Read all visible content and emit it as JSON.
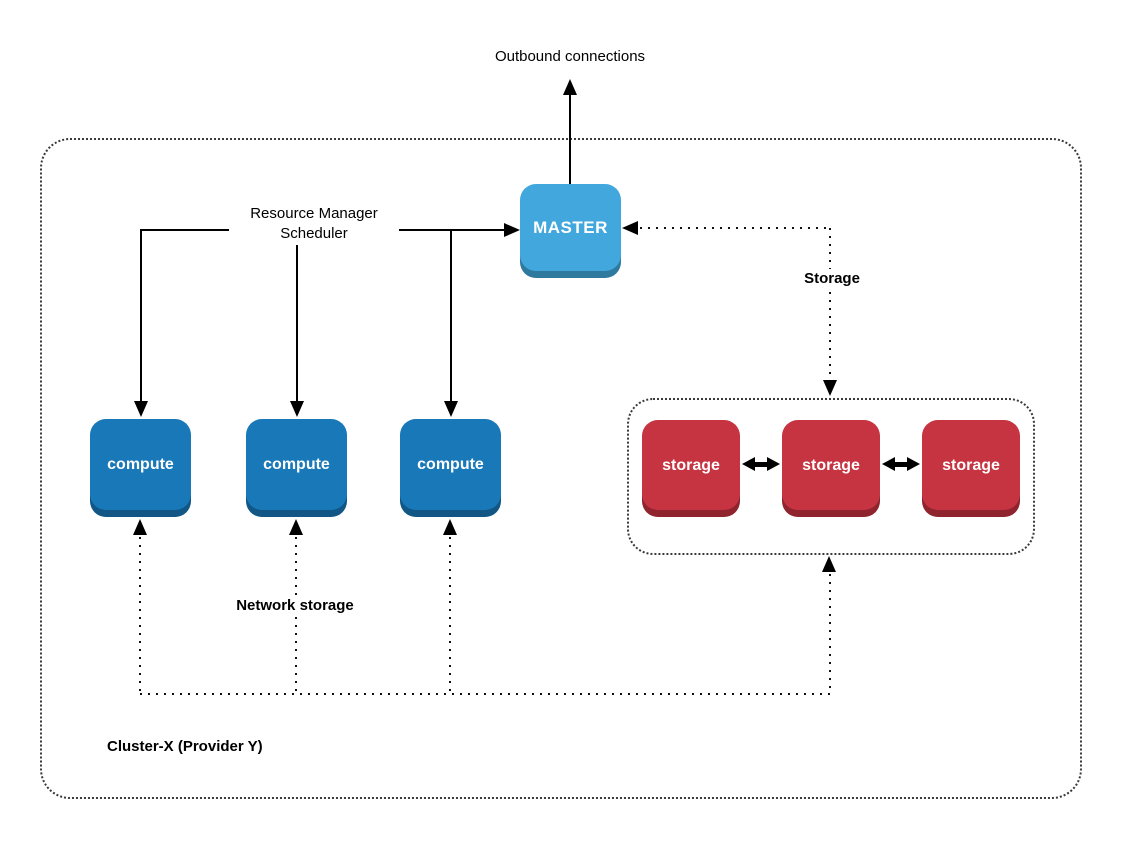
{
  "labels": {
    "outbound": "Outbound connections",
    "resource_manager_line1": "Resource Manager",
    "resource_manager_line2": "Scheduler",
    "storage_link": "Storage",
    "network_storage": "Network storage",
    "cluster": "Cluster-X (Provider Y)"
  },
  "nodes": {
    "master": "MASTER",
    "compute": [
      "compute",
      "compute",
      "compute"
    ],
    "storage": [
      "storage",
      "storage",
      "storage"
    ]
  },
  "colors": {
    "master_blue": "#42a7dc",
    "compute_blue": "#1878b8",
    "storage_red": "#c63341",
    "line_black": "#000000"
  }
}
